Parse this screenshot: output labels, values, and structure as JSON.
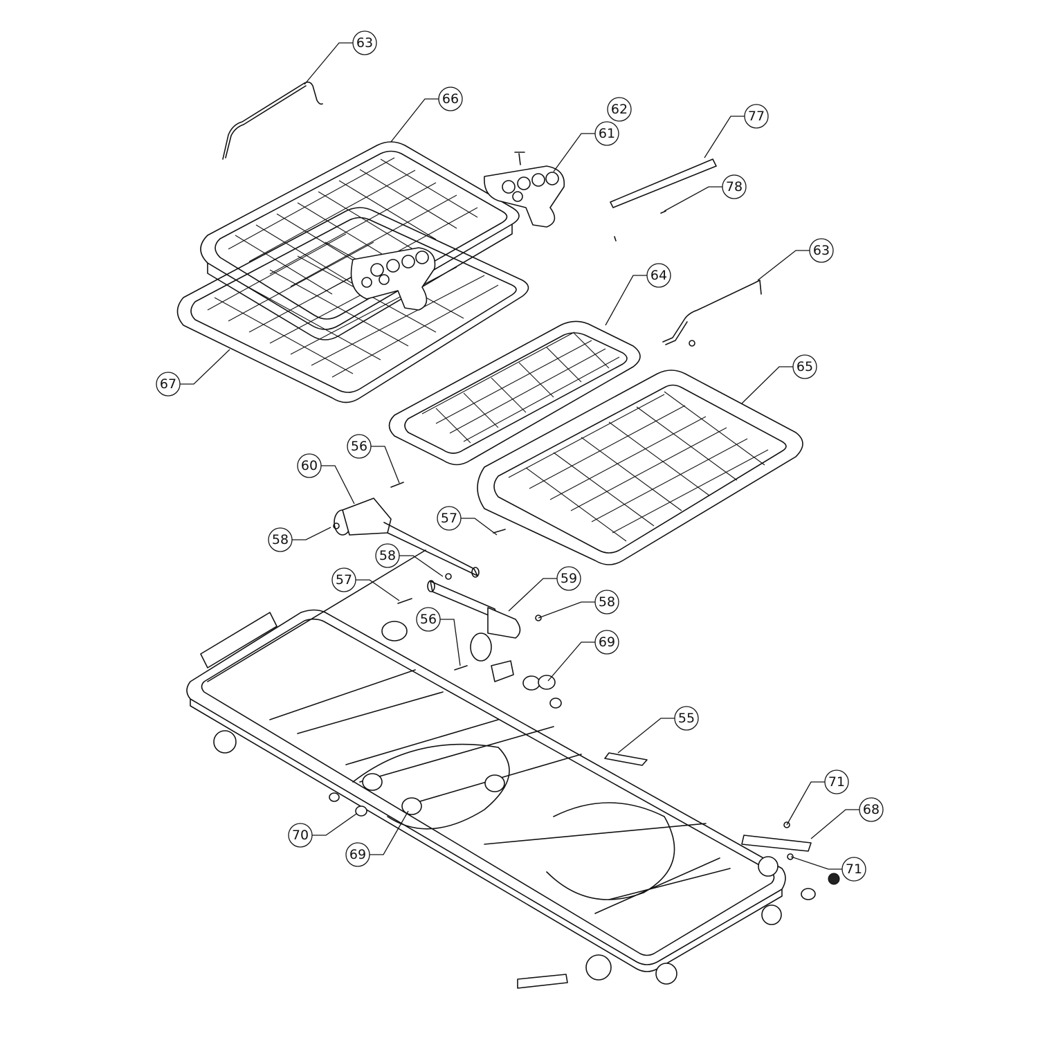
{
  "callouts": [
    {
      "id": "c63a",
      "label": "63"
    },
    {
      "id": "c66",
      "label": "66"
    },
    {
      "id": "c62",
      "label": "62"
    },
    {
      "id": "c61",
      "label": "61"
    },
    {
      "id": "c77",
      "label": "77"
    },
    {
      "id": "c78",
      "label": "78"
    },
    {
      "id": "c63b",
      "label": "63"
    },
    {
      "id": "c64",
      "label": "64"
    },
    {
      "id": "c65",
      "label": "65"
    },
    {
      "id": "c67",
      "label": "67"
    },
    {
      "id": "c56a",
      "label": "56"
    },
    {
      "id": "c60",
      "label": "60"
    },
    {
      "id": "c57a",
      "label": "57"
    },
    {
      "id": "c58a",
      "label": "58"
    },
    {
      "id": "c58b",
      "label": "58"
    },
    {
      "id": "c57b",
      "label": "57"
    },
    {
      "id": "c59",
      "label": "59"
    },
    {
      "id": "c58c",
      "label": "58"
    },
    {
      "id": "c56b",
      "label": "56"
    },
    {
      "id": "c69a",
      "label": "69"
    },
    {
      "id": "c55",
      "label": "55"
    },
    {
      "id": "c71a",
      "label": "71"
    },
    {
      "id": "c68",
      "label": "68"
    },
    {
      "id": "c71b",
      "label": "71"
    },
    {
      "id": "c70",
      "label": "70"
    },
    {
      "id": "c69b",
      "label": "69"
    }
  ]
}
